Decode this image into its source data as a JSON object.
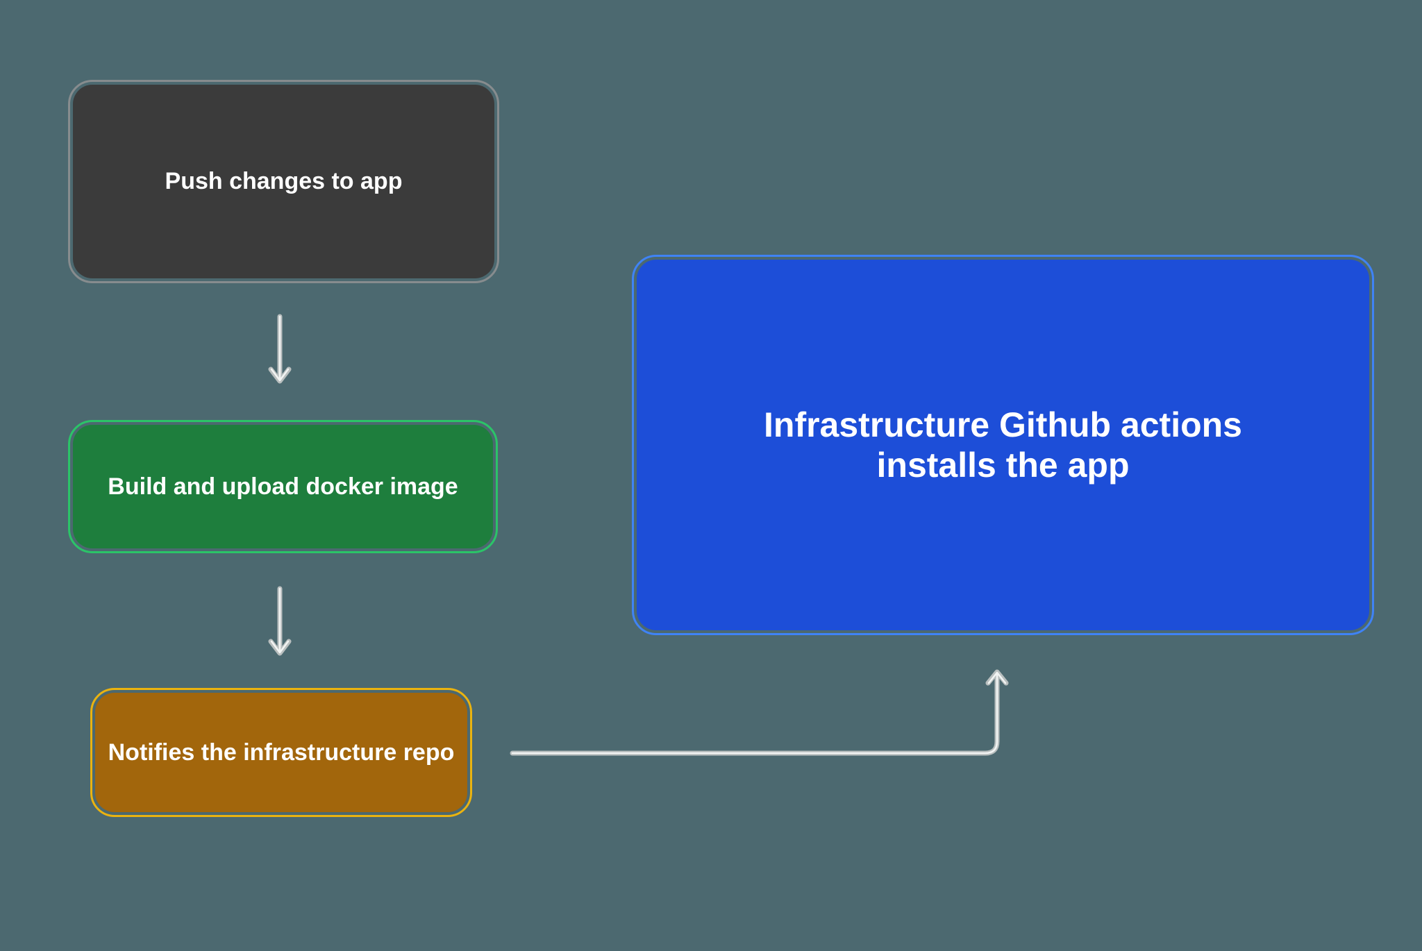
{
  "canvas": {
    "background": "#4C6970",
    "connector_color": "#C9CECD"
  },
  "diagram": {
    "nodes": [
      {
        "id": "push-changes",
        "label": "Push changes to app",
        "fill": "#3B3B3B",
        "border": "#878C8E",
        "text_color": "#FFFFFF"
      },
      {
        "id": "build-upload",
        "label": "Build and upload docker image",
        "fill": "#1E7E3D",
        "border": "#2BC468",
        "text_color": "#FFFFFF"
      },
      {
        "id": "notify-infra",
        "label": "Notifies the infrastructure repo",
        "fill": "#A2660C",
        "border": "#EBB30F",
        "text_color": "#FFFFFF"
      },
      {
        "id": "infra-actions",
        "label": "Infrastructure Github actions installs the app",
        "fill": "#1D4ED8",
        "border": "#3F83F6",
        "text_color": "#FFFFFF"
      }
    ],
    "connectors": [
      {
        "id": "push-to-build",
        "from": "push-changes",
        "to": "build-upload",
        "type": "straight-down"
      },
      {
        "id": "build-to-notify",
        "from": "build-upload",
        "to": "notify-infra",
        "type": "straight-down"
      },
      {
        "id": "notify-to-infra",
        "from": "notify-infra",
        "to": "infra-actions",
        "type": "elbow-right-up"
      }
    ]
  }
}
